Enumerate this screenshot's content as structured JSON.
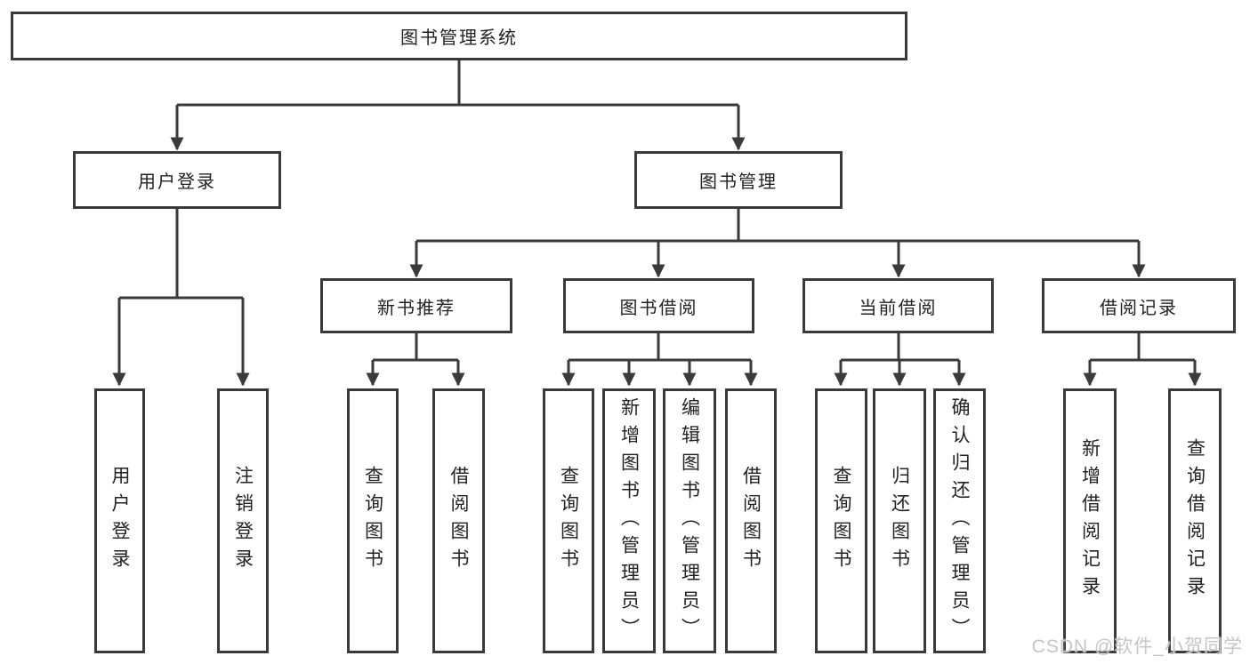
{
  "diagram_title": "图书管理系统",
  "tree": {
    "label": "图书管理系统",
    "children": [
      {
        "label": "用户登录",
        "children": [
          {
            "label": "用户登录"
          },
          {
            "label": "注销登录"
          }
        ]
      },
      {
        "label": "图书管理",
        "children": [
          {
            "label": "新书推荐",
            "children": [
              {
                "label": "查询图书"
              },
              {
                "label": "借阅图书"
              }
            ]
          },
          {
            "label": "图书借阅",
            "children": [
              {
                "label": "查询图书"
              },
              {
                "label": "新增图书（管理员）"
              },
              {
                "label": "编辑图书（管理员）"
              },
              {
                "label": "借阅图书"
              }
            ]
          },
          {
            "label": "当前借阅",
            "children": [
              {
                "label": "查询图书"
              },
              {
                "label": "归还图书"
              },
              {
                "label": "确认归还（管理员）"
              }
            ]
          },
          {
            "label": "借阅记录",
            "children": [
              {
                "label": "新增借阅记录"
              },
              {
                "label": "查询借阅记录"
              }
            ]
          }
        ]
      }
    ]
  },
  "watermark": {
    "text": "CSDN @软件_小贺同学"
  },
  "colors": {
    "line": "#3a3a3a",
    "box_border": "#3a3a3a",
    "text": "#222222",
    "background": "#ffffff",
    "watermark": "#c6c6c6"
  }
}
